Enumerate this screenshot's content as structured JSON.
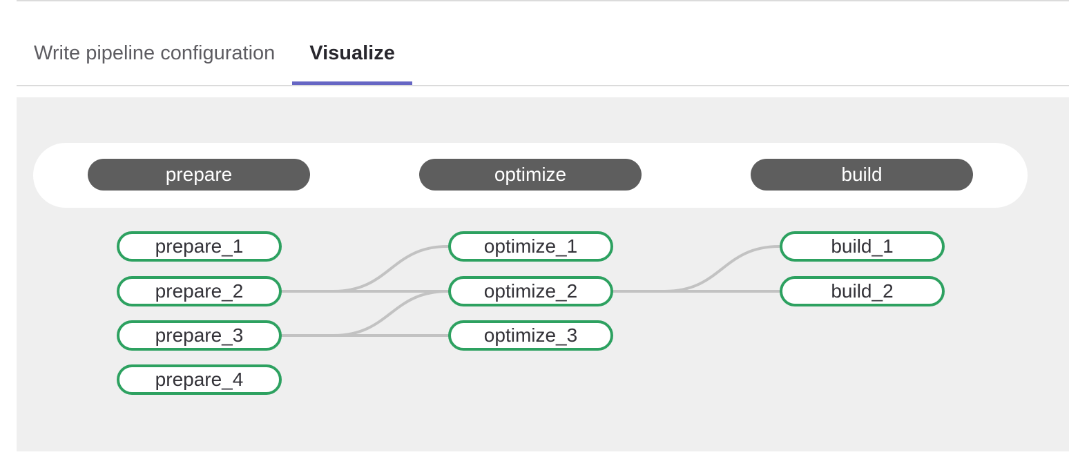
{
  "tabs": [
    {
      "label": "Write pipeline configuration",
      "active": false
    },
    {
      "label": "Visualize",
      "active": true
    }
  ],
  "pipeline": {
    "stages": [
      {
        "name": "prepare",
        "jobs": [
          "prepare_1",
          "prepare_2",
          "prepare_3",
          "prepare_4"
        ]
      },
      {
        "name": "optimize",
        "jobs": [
          "optimize_1",
          "optimize_2",
          "optimize_3"
        ]
      },
      {
        "name": "build",
        "jobs": [
          "build_1",
          "build_2"
        ]
      }
    ],
    "edges": [
      {
        "from": "prepare_2",
        "to": "optimize_1"
      },
      {
        "from": "prepare_2",
        "to": "optimize_2"
      },
      {
        "from": "prepare_3",
        "to": "optimize_2"
      },
      {
        "from": "prepare_3",
        "to": "optimize_3"
      },
      {
        "from": "optimize_2",
        "to": "build_1"
      },
      {
        "from": "optimize_2",
        "to": "build_2"
      }
    ]
  },
  "colors": {
    "accent_underline": "#6666c4",
    "job_border": "#2da160",
    "stage_pill_bg": "#5e5e5e",
    "edge_line": "#c2c2c2",
    "panel_bg": "#efefef",
    "divider": "#dbdbdb"
  }
}
